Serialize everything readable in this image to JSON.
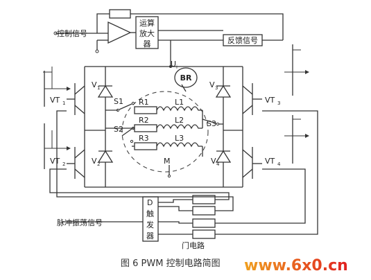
{
  "inputs": {
    "control_signal": "控制信号",
    "feedback_signal": "反馈信号",
    "pulse_signal": "脉冲振荡信号"
  },
  "opamp": {
    "l1": "运算",
    "l2": "放大",
    "l3": "器"
  },
  "trigger": {
    "l1": "D",
    "l2": "触",
    "l3": "发",
    "l4": "器"
  },
  "gate_label": "门电路",
  "voltage": {
    "main": "U",
    "sub": "i"
  },
  "tacho": "BR",
  "midpoint": "M",
  "transistors": {
    "vt1": {
      "main": "VT",
      "sub": "1"
    },
    "vt2": {
      "main": "VT",
      "sub": "2"
    },
    "vt3": {
      "main": "VT",
      "sub": "3"
    },
    "vt4": {
      "main": "VT",
      "sub": "4"
    }
  },
  "diodes": {
    "v1": {
      "main": "V",
      "sub": "1"
    },
    "v2": {
      "main": "V",
      "sub": "2"
    },
    "v3": {
      "main": "V",
      "sub": "3"
    },
    "v4": {
      "main": "V",
      "sub": "4"
    }
  },
  "switches": {
    "s1": "S1",
    "s2": "S2",
    "s3": "S3"
  },
  "resistors": {
    "r1": "R1",
    "r2": "R2",
    "r3": "R3"
  },
  "inductors": {
    "l1": "L1",
    "l2": "L2",
    "l3": "L3"
  },
  "caption": "图 6  PWM 控制电路简图",
  "watermark": {
    "text": "www.6x0.cn",
    "c1": "#f0a020",
    "c2": "#e02020"
  }
}
